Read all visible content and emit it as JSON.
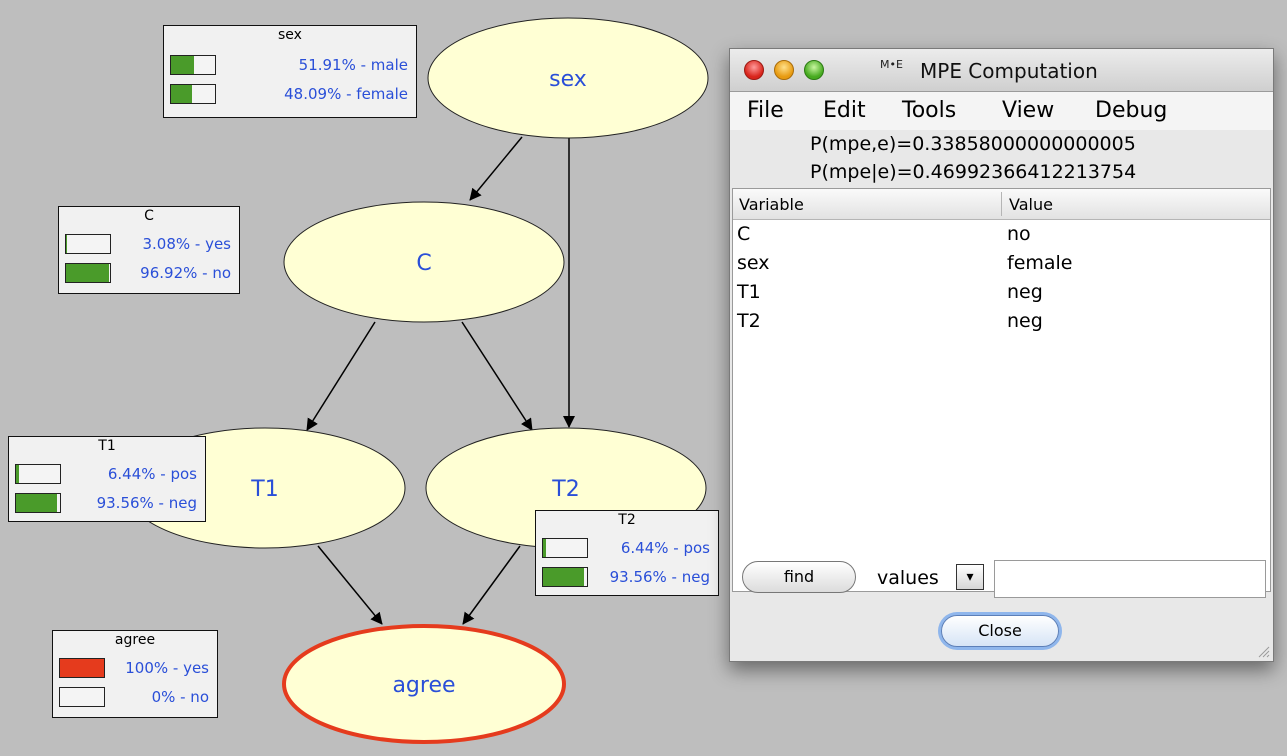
{
  "network": {
    "nodes": {
      "sex": "sex",
      "C": "C",
      "T1": "T1",
      "T2": "T2",
      "agree": "agree"
    },
    "colors": {
      "node_fill": "#ffffd4",
      "evidence_border": "#e53b1d",
      "bar_fill": "#4a9b2a",
      "evidence_fill": "#e53b1d",
      "label_color": "#2a4fd8"
    }
  },
  "monitors": {
    "sex": {
      "title": "sex",
      "states": [
        {
          "text": "51.91% - male",
          "value": 0.5191
        },
        {
          "text": "48.09% - female",
          "value": 0.4809
        }
      ]
    },
    "C": {
      "title": "C",
      "states": [
        {
          "text": "3.08% - yes",
          "value": 0.0308
        },
        {
          "text": "96.92% - no",
          "value": 0.9692
        }
      ]
    },
    "T1": {
      "title": "T1",
      "states": [
        {
          "text": "6.44% - pos",
          "value": 0.0644
        },
        {
          "text": "93.56% - neg",
          "value": 0.9356
        }
      ]
    },
    "T2": {
      "title": "T2",
      "states": [
        {
          "text": "6.44% - pos",
          "value": 0.0644
        },
        {
          "text": "93.56% - neg",
          "value": 0.9356
        }
      ]
    },
    "agree": {
      "title": "agree",
      "states": [
        {
          "text": "100% - yes",
          "value": 1.0
        },
        {
          "text": "0% - no",
          "value": 0.0
        }
      ]
    }
  },
  "window": {
    "title": "MPE Computation",
    "icon_text": "M•E",
    "menu": [
      "File",
      "Edit",
      "Tools",
      "View",
      "Debug"
    ],
    "p_mpe_e": "P(mpe,e)=0.33858000000000005",
    "p_mpe_given_e": "P(mpe|e)=0.46992366412213754",
    "table": {
      "headers": [
        "Variable",
        "Value"
      ],
      "rows": [
        {
          "variable": "C",
          "value": "no"
        },
        {
          "variable": "sex",
          "value": "female"
        },
        {
          "variable": "T1",
          "value": "neg"
        },
        {
          "variable": "T2",
          "value": "neg"
        }
      ]
    },
    "find_label": "find",
    "values_label": "values",
    "dropdown_glyph": "▾",
    "search_value": "",
    "close_label": "Close"
  }
}
